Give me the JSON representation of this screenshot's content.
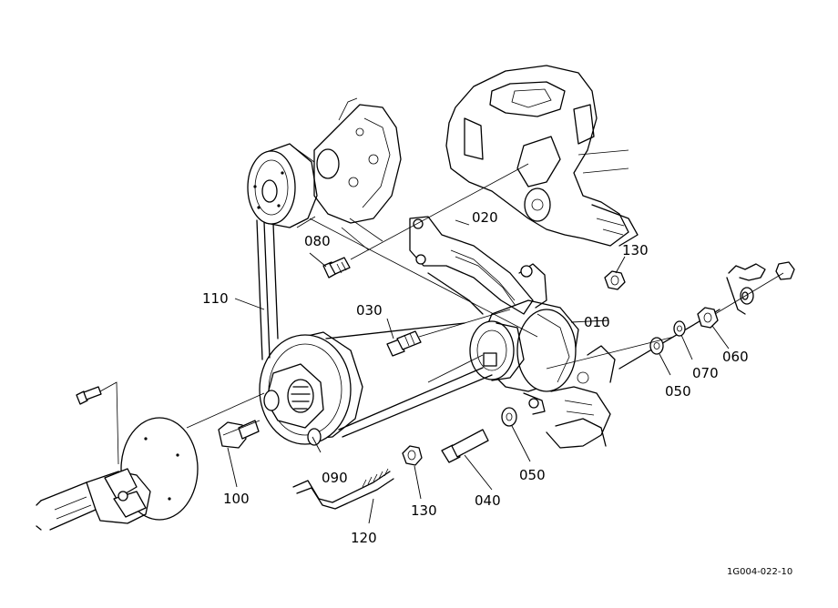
{
  "labels": {
    "l010": "010",
    "l020": "020",
    "l030": "030",
    "l040": "040",
    "l050a": "050",
    "l050b": "050",
    "l060": "060",
    "l070": "070",
    "l080": "080",
    "l090": "090",
    "l100": "100",
    "l110": "110",
    "l120": "120",
    "l130a": "130",
    "l130b": "130"
  },
  "figure_code": "1G004-022-10"
}
